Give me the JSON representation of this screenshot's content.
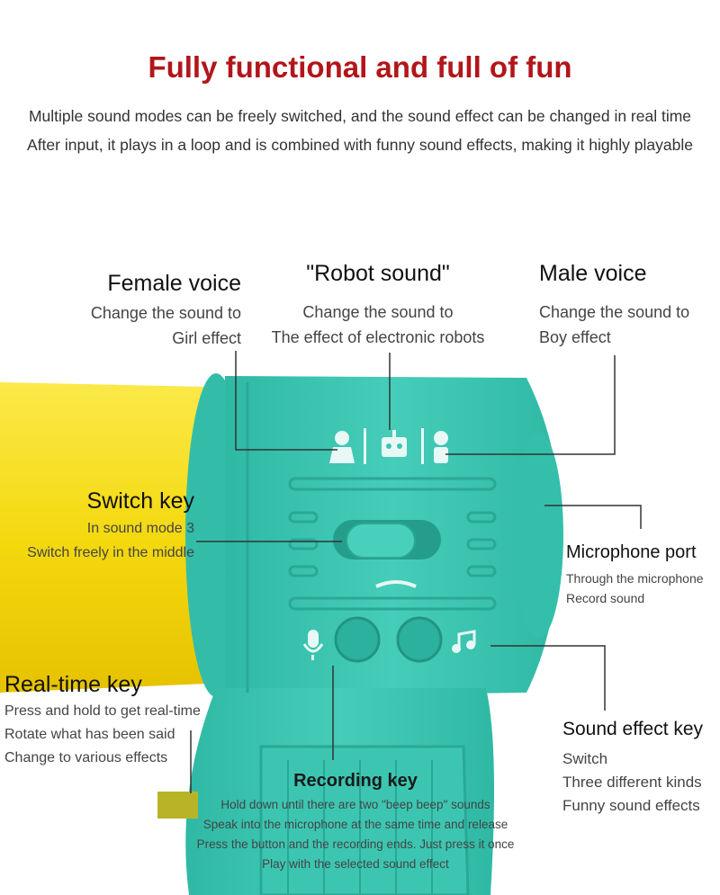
{
  "header": {
    "title": "Fully functional and full of fun",
    "subtitle_lines": [
      "Multiple sound modes can be freely switched, and the sound effect can be changed in real time",
      "After input, it plays in a loop and is combined with funny sound effects, making it highly playable"
    ]
  },
  "callouts": {
    "female_voice": {
      "title": "Female voice",
      "lines": [
        "Change the sound to",
        "Girl effect"
      ]
    },
    "robot_sound": {
      "title": "\"Robot sound\"",
      "lines": [
        "Change the sound to",
        "The effect of electronic robots"
      ]
    },
    "male_voice": {
      "title": "Male voice",
      "lines": [
        "Change the sound to",
        "Boy effect"
      ]
    },
    "switch_key": {
      "title": "Switch key",
      "lines": [
        "In sound mode 3",
        "Switch freely in the middle"
      ]
    },
    "microphone_port": {
      "title": "Microphone port",
      "lines": [
        "Through the microphone",
        "Record sound"
      ]
    },
    "realtime_key": {
      "title": "Real-time key",
      "lines": [
        "Press and hold to get real-time",
        "Rotate what has been said",
        "Change to various effects"
      ]
    },
    "sound_effect_key": {
      "title": "Sound effect key",
      "lines": [
        "Switch",
        "Three different kinds",
        "Funny sound effects"
      ]
    },
    "recording_key": {
      "title": "Recording key",
      "lines": [
        "Hold down until there are two \"beep beep\" sounds",
        "Speak into the microphone at the same time and release",
        "Press the button and the recording ends. Just press it once",
        "Play with the selected sound effect"
      ]
    }
  },
  "colors": {
    "title_red": "#b1161b",
    "body_teal": "#3cc6b2",
    "body_teal_dark": "#2aa896",
    "horn_yellow": "#f6e21a",
    "leader_line": "#333333"
  },
  "icons": [
    "girl-icon",
    "robot-icon",
    "boy-icon",
    "microphone-icon",
    "music-note-icon"
  ]
}
